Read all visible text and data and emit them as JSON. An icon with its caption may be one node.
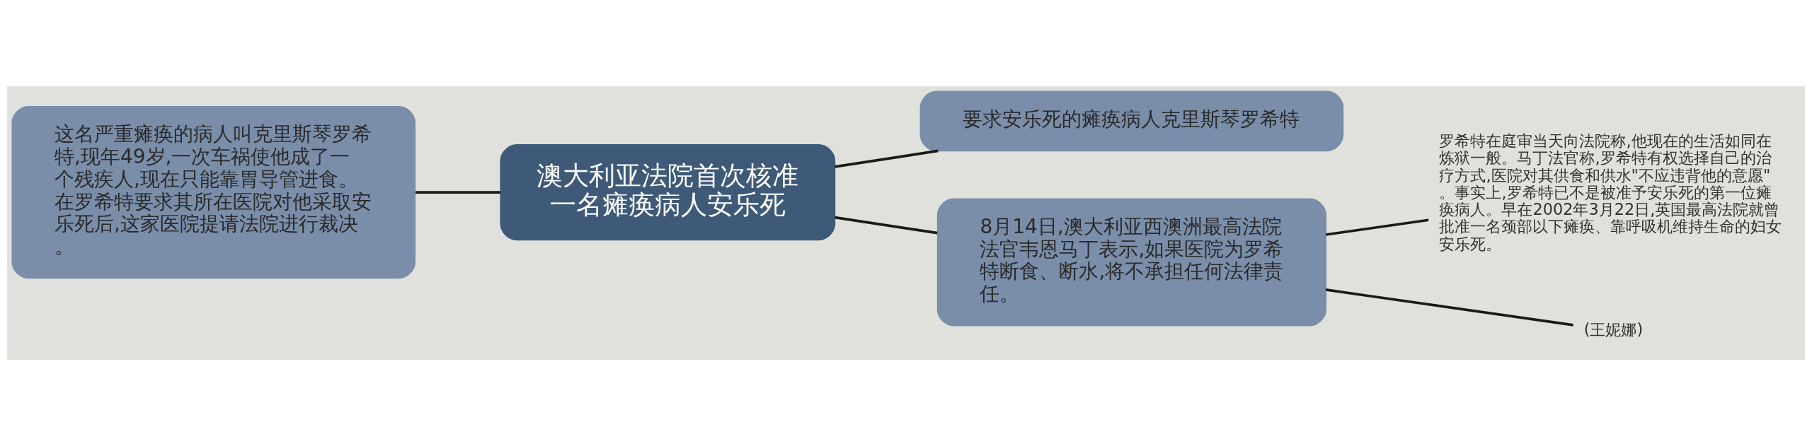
{
  "diagram": {
    "nodes": [
      {
        "text": [
          "澳大利亚法院首次核准一名瘫痪病人安乐死"
        ]
      },
      {
        "text": [
          "要求安乐死的瘫痪病人克里斯琴罗希特"
        ]
      },
      {
        "text": [
          "8月14日,澳大利亚西澳洲最高法院法官韦恩马丁表示,如果医院为罗希特断食、断水,将不承担任何法律责任。"
        ]
      },
      {
        "text": [
          "这名严重瘫痪的病人叫克里斯琴罗希特,现年49岁,一次车祸使他成了一个残疾人,现在只能靠胃导管进食。在罗希特要求其所在医院对他采取安乐死后,这家医院提请法院进行裁决。"
        ]
      },
      {
        "text": [
          "罗希特在庭审当天向法院称,他现在的生活如同在炼狱一般。马丁法官称,罗希特有权选择自己的治疗方式,医院对其供食和供水\"不应违背他的意愿\"。事实上,罗希特已不是被准予安乐死的第一位瘫痪病人。早在2002年3月22日,英国最高法院就曾批准一名颈部以下瘫痪、靠呼吸机维持生命的妇女安乐死。"
        ]
      },
      {
        "text": [
          "(王妮娜)"
        ]
      }
    ],
    "edges": [
      {
        "from": 0,
        "to": 1,
        "arrow": "none"
      },
      {
        "from": 0,
        "to": 2,
        "arrow": "none"
      },
      {
        "from": 0,
        "to": 3,
        "arrow": "none"
      },
      {
        "from": 2,
        "to": 4,
        "arrow": "none"
      },
      {
        "from": 2,
        "to": 5,
        "arrow": "none"
      }
    ]
  }
}
